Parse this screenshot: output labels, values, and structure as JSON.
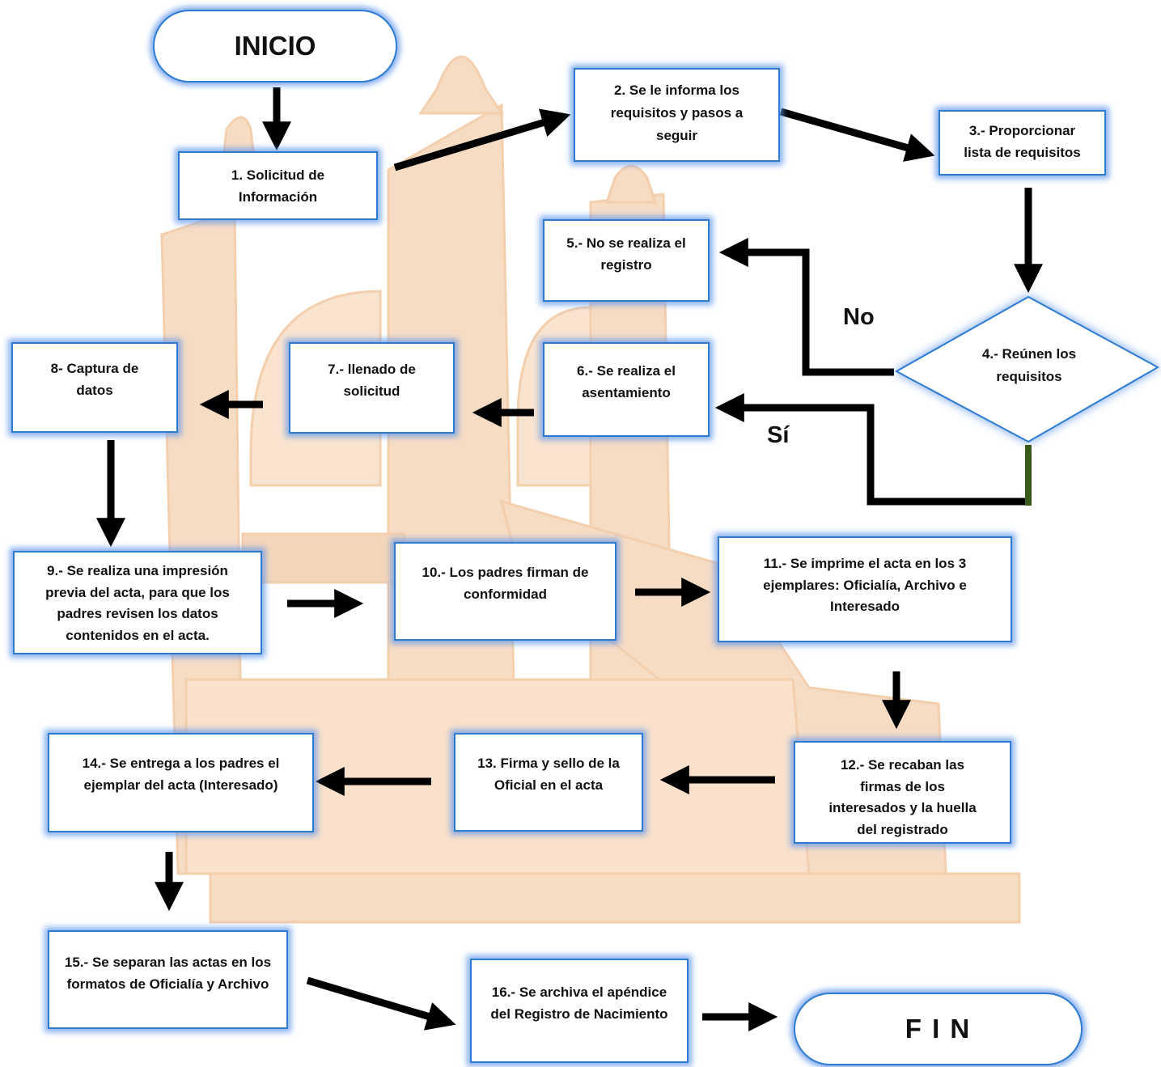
{
  "terminals": {
    "start": "INICIO",
    "end": "F I N"
  },
  "steps": {
    "s1": "1. Solicitud de Información",
    "s2": "2. Se le informa los requisitos y pasos a seguir",
    "s3": "3.- Proporcionar lista de requisitos",
    "s4": "4.- Reúnen los requisitos",
    "s5": "5.- No se realiza el registro",
    "s6": "6.- Se realiza el asentamiento",
    "s7": "7.-  llenado de solicitud",
    "s8": "8-  Captura de datos",
    "s9": "9.-  Se realiza una impresión previa del acta, para que los padres revisen los datos contenidos en el acta.",
    "s10": "10.- Los padres firman de conformidad",
    "s11": "11.- Se imprime el acta en los 3 ejemplares: Oficialía, Archivo e Interesado",
    "s12": "12.- Se recaban las firmas de los interesados y la huella del registrado",
    "s13": "13. Firma y sello de la Oficial en el acta",
    "s14": "14.- Se entrega a los padres el ejemplar del acta (Interesado)",
    "s15": "15.- Se separan las actas en los formatos de Oficialía y Archivo",
    "s16": "16.- Se archiva el apéndice del Registro de Nacimiento"
  },
  "branch_labels": {
    "no": "No",
    "yes": "Sí"
  },
  "colors": {
    "box_border": "#2e7bd0",
    "glow": "#5f96eb",
    "watermark": "#f4c9a4",
    "arrow": "#000000",
    "decision_leg": "#3a5a1a"
  }
}
